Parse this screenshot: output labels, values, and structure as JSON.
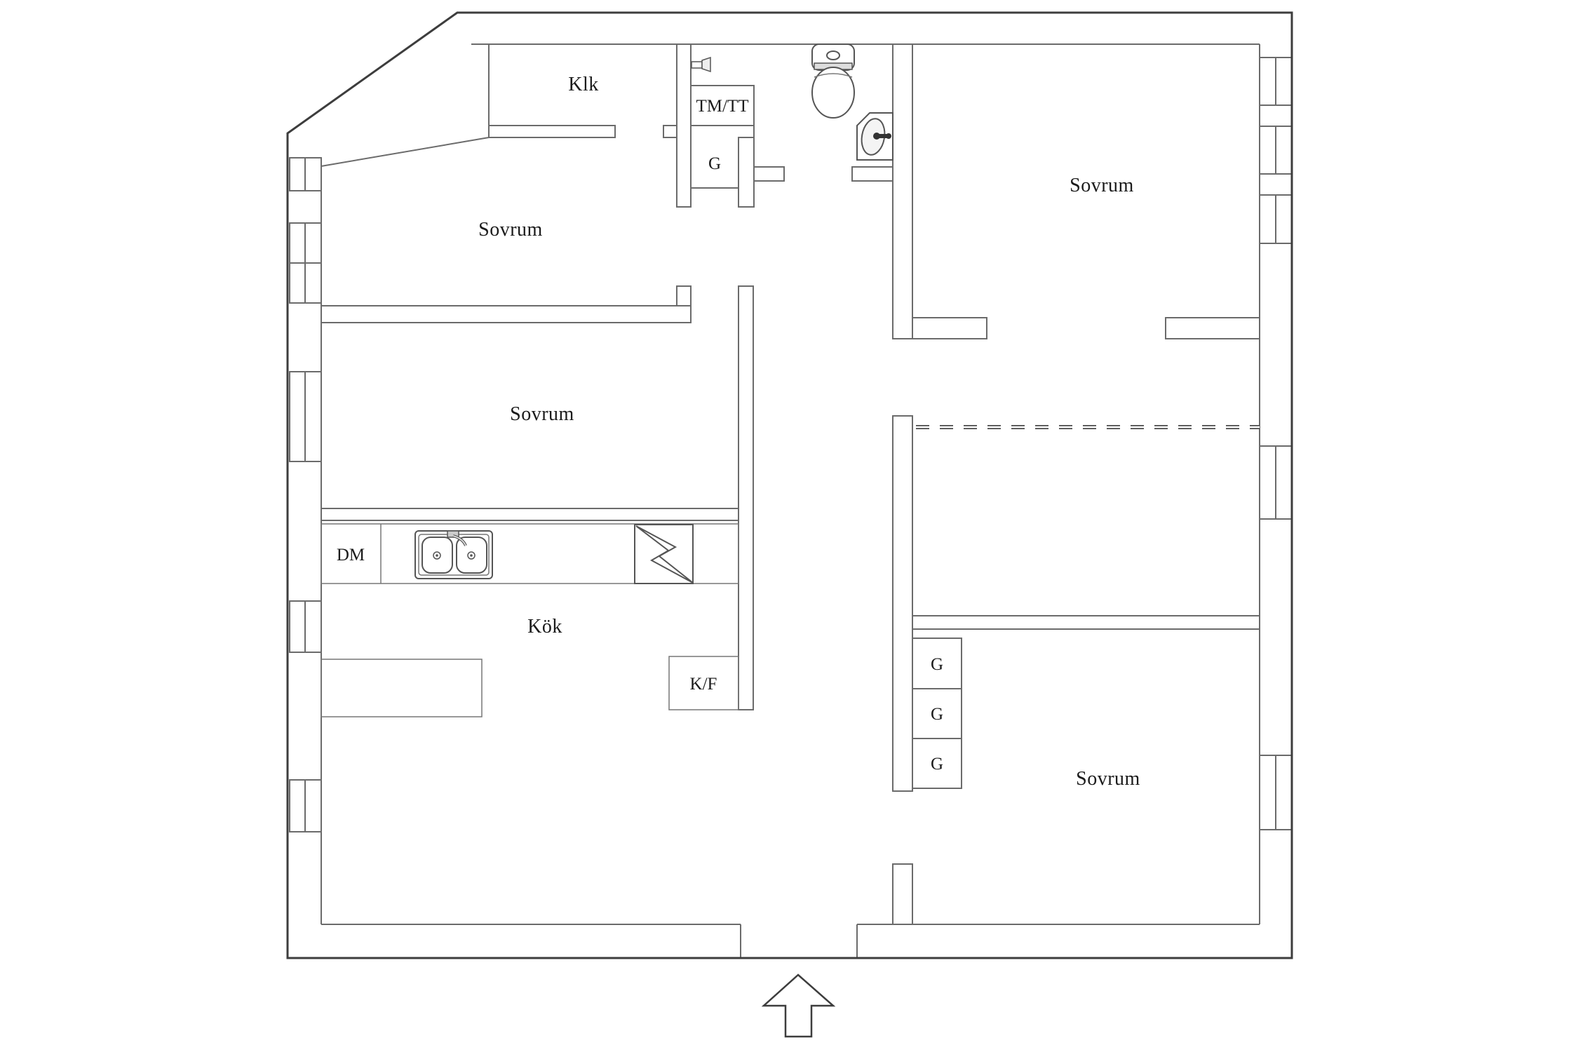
{
  "plan": {
    "type": "apartment-floor-plan",
    "language": "Swedish",
    "colors": {
      "background": "#ffffff",
      "outer_wall": "#3d3d3d",
      "inner_wall": "#6b6b6b",
      "text": "#1b1b1b",
      "fixture": "#555555",
      "dashed_partition": "#4a4a4a"
    },
    "rooms": [
      {
        "name": "closet-top",
        "label": "Klk"
      },
      {
        "name": "laundry",
        "label": "TM/TT"
      },
      {
        "name": "hall-wardrobe",
        "label": "G"
      },
      {
        "name": "bedroom-top-left",
        "label": "Sovrum"
      },
      {
        "name": "bedroom-middle-left",
        "label": "Sovrum"
      },
      {
        "name": "bedroom-top-right",
        "label": "Sovrum"
      },
      {
        "name": "kitchen",
        "label": "Kök"
      },
      {
        "name": "bedroom-bottom-right",
        "label": "Sovrum"
      }
    ],
    "fixtures": [
      {
        "name": "dishwasher",
        "label": "DM"
      },
      {
        "name": "fridge-freezer",
        "label": "K/F"
      },
      {
        "name": "wardrobe-1",
        "label": "G"
      },
      {
        "name": "wardrobe-2",
        "label": "G"
      },
      {
        "name": "wardrobe-3",
        "label": "G"
      },
      {
        "name": "kitchen-sink",
        "label": ""
      },
      {
        "name": "stove",
        "label": ""
      },
      {
        "name": "toilet",
        "label": ""
      },
      {
        "name": "bathroom-sink",
        "label": ""
      },
      {
        "name": "entrance-arrow",
        "label": ""
      }
    ]
  }
}
